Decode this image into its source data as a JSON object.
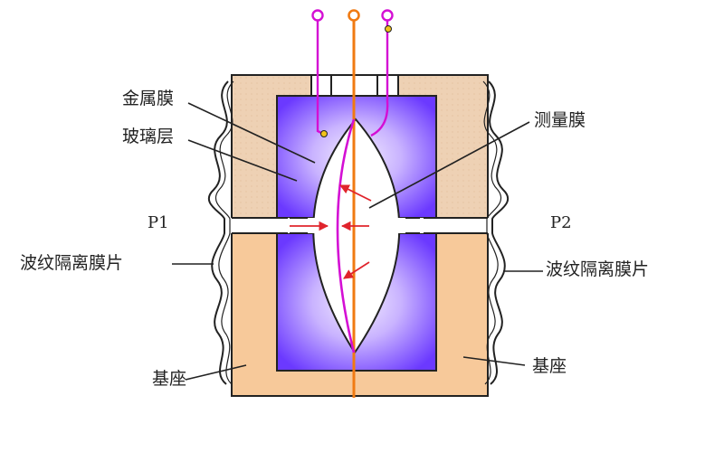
{
  "labels": {
    "metal_film": "金属膜",
    "glass_layer": "玻璃层",
    "measure_membrane": "测量膜",
    "p1": "P1",
    "p2": "P2",
    "corrugated_left": "波纹隔离膜片",
    "corrugated_right": "波纹隔离膜片",
    "base_left": "基座",
    "base_right": "基座"
  },
  "colors": {
    "base_fill": "#F7C99A",
    "base_top_fill": "#EED1B4",
    "glass_blue": "#6B39FF",
    "glass_light": "#E9E0FF",
    "cavity": "#FFFFFF",
    "membrane_magenta": "#D40FD4",
    "center_lead_orange": "#F07A12",
    "arrow_red": "#E0242C",
    "outline": "#222222",
    "terminal_dot": "#F2C21A"
  }
}
